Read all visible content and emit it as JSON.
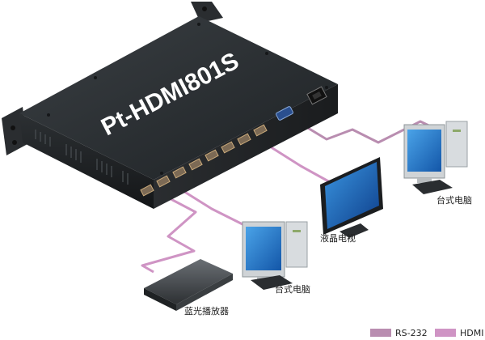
{
  "device": {
    "title": "Pt-HDMI801S"
  },
  "nodes": {
    "pc_right": "台式电脑",
    "tv": "液晶电视",
    "pc_center": "台式电脑",
    "bluray": "蓝光播放器"
  },
  "legend": [
    {
      "label": "RS-232",
      "color": "#b98db0"
    },
    {
      "label": "HDMI",
      "color": "#cf94c4"
    }
  ],
  "colors": {
    "rs232": "#b98db0",
    "hdmi": "#cf94c4",
    "chassis_dark": "#1f2224",
    "chassis_top": "#2f3336"
  }
}
